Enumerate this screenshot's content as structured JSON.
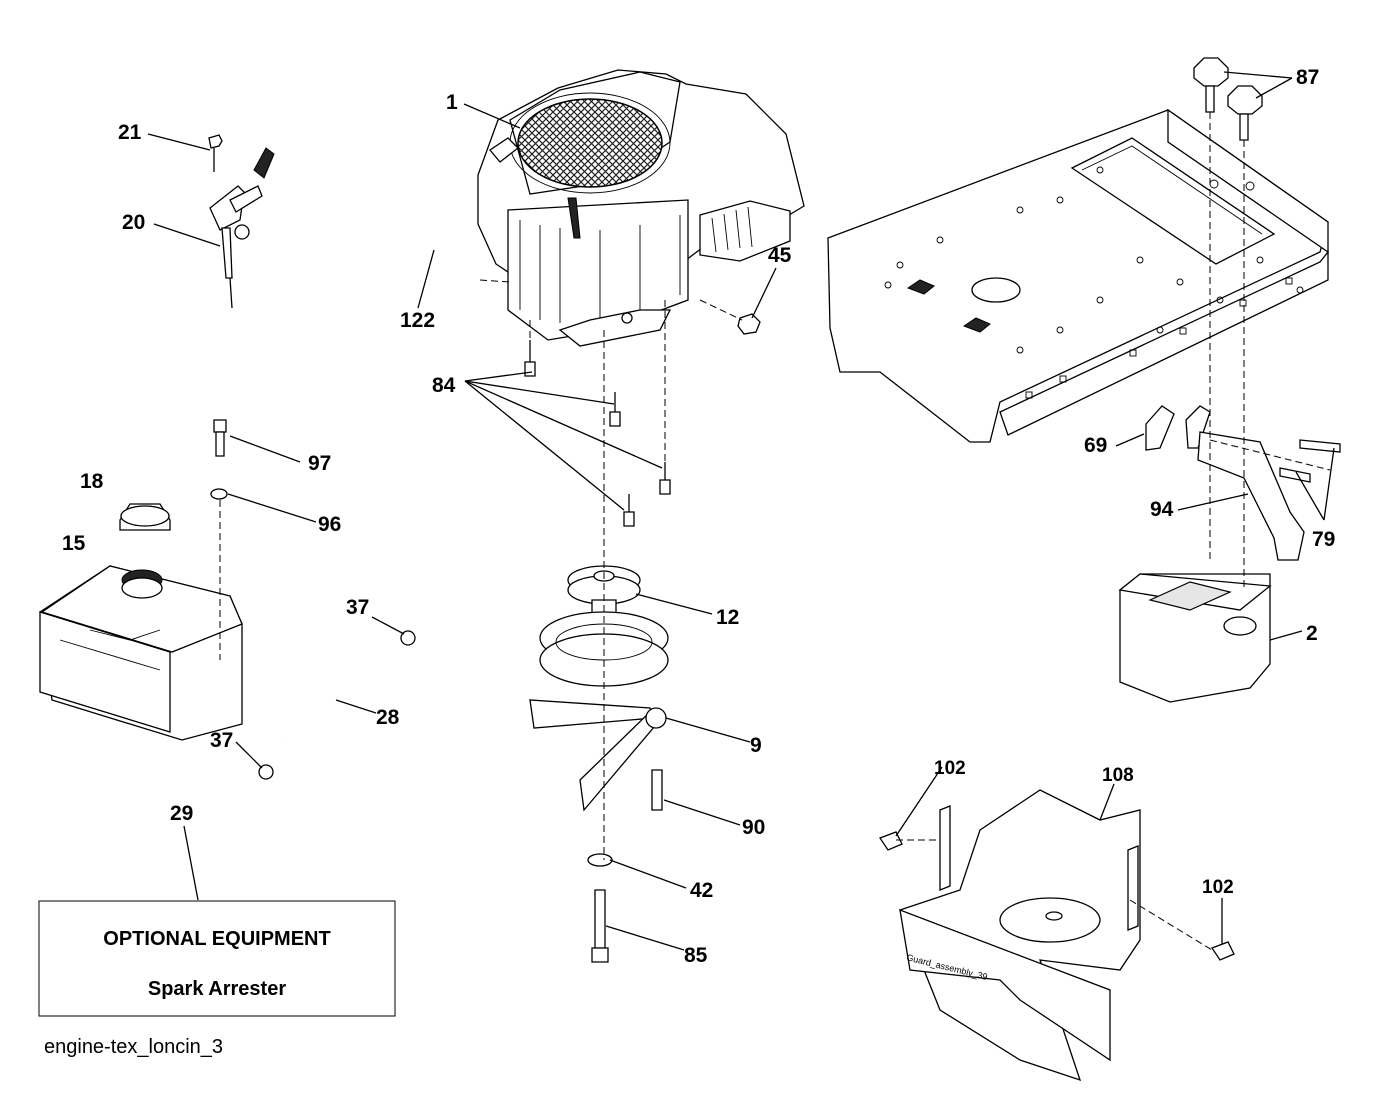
{
  "callouts": {
    "c1": "1",
    "c21": "21",
    "c20": "20",
    "c122": "122",
    "c45": "45",
    "c84": "84",
    "c87": "87",
    "c69": "69",
    "c94": "94",
    "c79": "79",
    "c97": "97",
    "c18": "18",
    "c96": "96",
    "c15": "15",
    "c37a": "37",
    "c37b": "37",
    "c28": "28",
    "c12": "12",
    "c9": "9",
    "c90": "90",
    "c42": "42",
    "c85": "85",
    "c2": "2",
    "c102a": "102",
    "c108": "108",
    "c102b": "102",
    "c29": "29"
  },
  "optional_box": {
    "title": "OPTIONAL EQUIPMENT",
    "subtitle": "Spark Arrester"
  },
  "guard_label": "Guard_assembly_39",
  "caption": "engine-tex_loncin_3"
}
